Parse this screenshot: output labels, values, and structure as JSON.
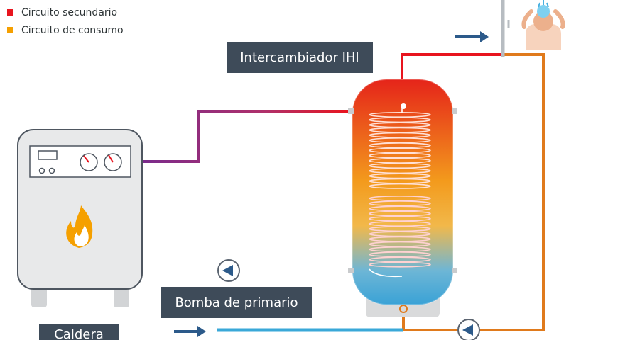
{
  "legend": {
    "items": [
      {
        "label": "Circuito secundario",
        "color": "#e8141e"
      },
      {
        "label": "Circuito de consumo",
        "color": "#f5a000"
      }
    ]
  },
  "labels": {
    "exchanger": "Intercambiador IHI",
    "pump": "Bomba de primario",
    "boiler": "Caldera"
  },
  "colors": {
    "primary_hot": "#7a2b8c",
    "primary_return": "#8c7fd6",
    "secondary": "#e8141e",
    "consumption": "#e07a1c",
    "cold_inlet": "#3aa8d8",
    "label_bg": "#3e4b59",
    "arrow": "#2c5a8a",
    "boiler_body": "#e8e9ea"
  }
}
